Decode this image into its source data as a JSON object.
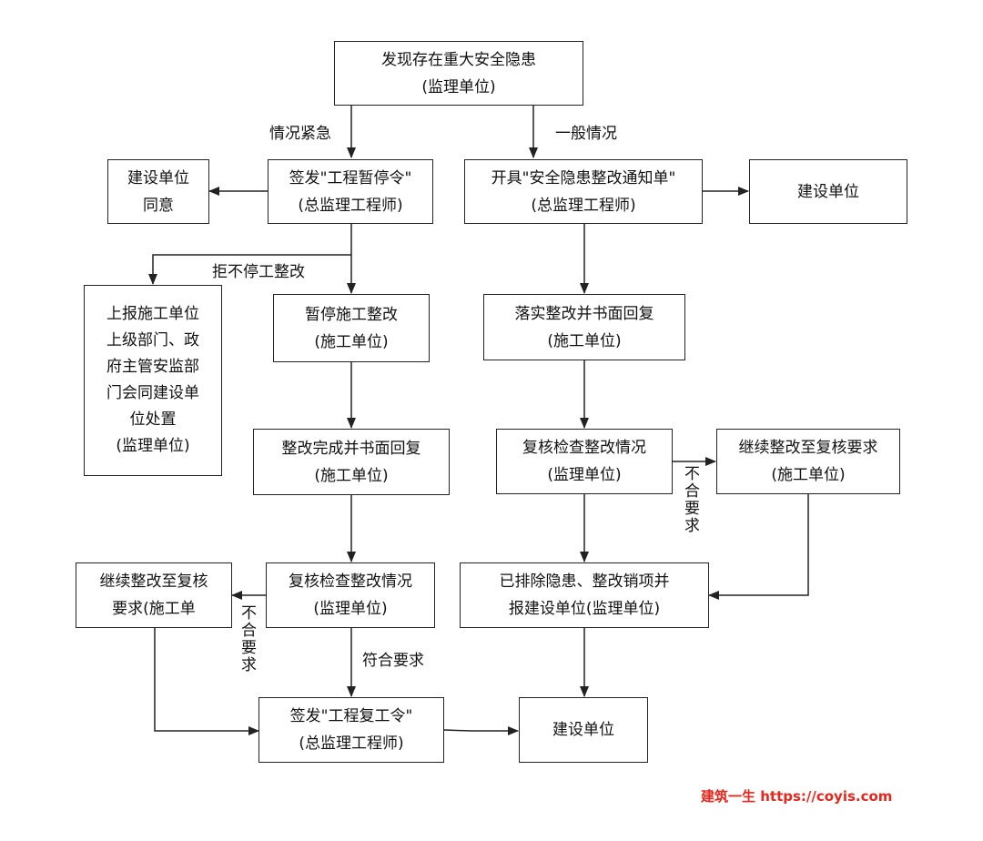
{
  "nodes": {
    "discover": [
      "发现存在重大安全隐患",
      "(监理单位)"
    ],
    "stop_order": [
      "签发\"工程暂停令\"",
      "(总监理工程师)"
    ],
    "owner_agree": [
      "建设单位",
      "同意"
    ],
    "rectify_notice": [
      "开具\"安全隐患整改通知单\"",
      "(总监理工程师)"
    ],
    "owner_right": [
      "建设单位"
    ],
    "report_upper": [
      "上报施工单位",
      "上级部门、政",
      "府主管安监部",
      "门会同建设单",
      "位处置",
      "(监理单位)"
    ],
    "pause_rectify": [
      "暂停施工整改",
      "(施工单位)"
    ],
    "implement_reply": [
      "落实整改并书面回复",
      "(施工单位)"
    ],
    "complete_reply": [
      "整改完成并书面回复",
      "(施工单位)"
    ],
    "recheck_right": [
      "复核检查整改情况",
      "(监理单位)"
    ],
    "continue_right": [
      "继续整改至复核要求",
      "(施工单位)"
    ],
    "continue_left": [
      "继续整改至复核",
      "要求(施工单"
    ],
    "recheck_left": [
      "复核检查整改情况",
      "(监理单位)"
    ],
    "eliminated": [
      "已排除隐患、整改销项并",
      "报建设单位(监理单位)"
    ],
    "resume_order": [
      "签发\"工程复工令\"",
      "(总监理工程师)"
    ],
    "owner_bottom": [
      "建设单位"
    ]
  },
  "labels": {
    "urgent": "情况紧急",
    "general": "一般情况",
    "refuse": "拒不停工整改",
    "meets": "符合要求",
    "not_meet_right": "不合要求",
    "not_meet_left": "不合要求"
  },
  "watermark": "建筑一生  https://coyis.com",
  "colors": {
    "line": "#222222",
    "watermark": "#e8261c"
  }
}
